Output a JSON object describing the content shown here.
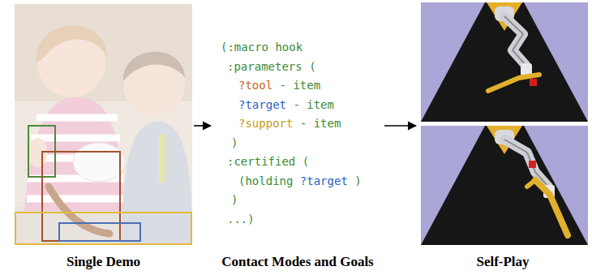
{
  "diagram": {
    "nodes": [
      {
        "text": [
          "Single Demo"
        ]
      },
      {
        "text": [
          "(:macro hook",
          ":parameters (",
          "?tool",
          "- item",
          "?target",
          "- item",
          "?support",
          "- item",
          ")",
          ":certified (",
          "(holding",
          "?target",
          ")",
          ")",
          "...)",
          "Contact Modes and Goals"
        ]
      },
      {
        "text": [
          "Self-Play"
        ]
      }
    ],
    "edges": [
      {
        "from": 0,
        "to": 1,
        "arrow": "to"
      },
      {
        "from": 1,
        "to": 2,
        "arrow": "to"
      }
    ]
  }
}
